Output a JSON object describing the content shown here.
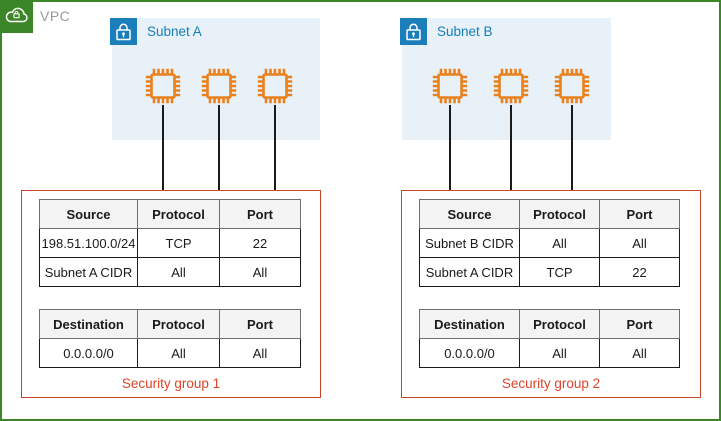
{
  "vpc": {
    "label": "VPC",
    "icon": "vpc-cloud-lock-icon"
  },
  "subnets": [
    {
      "label": "Subnet A",
      "icon": "lock-icon",
      "instance_count": 3
    },
    {
      "label": "Subnet B",
      "icon": "lock-icon",
      "instance_count": 3
    }
  ],
  "security_groups": [
    {
      "label": "Security group 1",
      "inbound": {
        "headers": [
          "Source",
          "Protocol",
          "Port"
        ],
        "rows": [
          [
            "198.51.100.0/24",
            "TCP",
            "22"
          ],
          [
            "Subnet A CIDR",
            "All",
            "All"
          ]
        ]
      },
      "outbound": {
        "headers": [
          "Destination",
          "Protocol",
          "Port"
        ],
        "rows": [
          [
            "0.0.0.0/0",
            "All",
            "All"
          ]
        ]
      }
    },
    {
      "label": "Security group 2",
      "inbound": {
        "headers": [
          "Source",
          "Protocol",
          "Port"
        ],
        "rows": [
          [
            "Subnet B CIDR",
            "All",
            "All"
          ],
          [
            "Subnet A CIDR",
            "TCP",
            "22"
          ]
        ]
      },
      "outbound": {
        "headers": [
          "Destination",
          "Protocol",
          "Port"
        ],
        "rows": [
          [
            "0.0.0.0/0",
            "All",
            "All"
          ]
        ]
      }
    }
  ],
  "colors": {
    "vpc_green": "#3B8626",
    "vpc_label_gray": "#9B9B9B",
    "subnet_bg_blue": "#E9F1F8",
    "subnet_badge_blue": "#1B7EBA",
    "subnet_text_blue": "#147EBA",
    "instance_orange": "#E8811E",
    "sg_border_red": "#C9462B",
    "sg_text_red": "#DE4428"
  }
}
